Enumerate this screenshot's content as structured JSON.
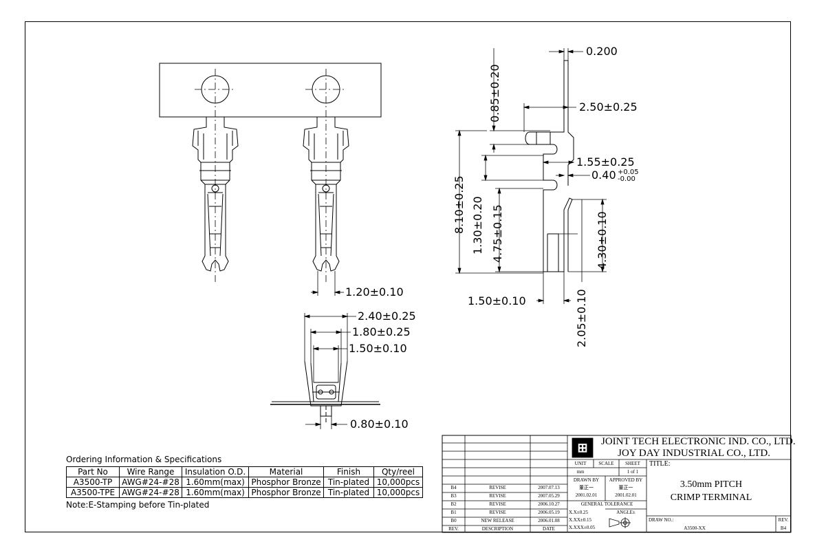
{
  "dimensions": {
    "d0200": "0.200",
    "d085": "0.85±0.20",
    "d250": "2.50±0.25",
    "d155": "1.55±0.25",
    "d040": "0.40",
    "d040_plus": "+0.05",
    "d040_minus": "-0.00",
    "d810": "8.10±0.25",
    "d130": "1.30±0.20",
    "d475": "4.75±0.15",
    "d430": "4.30±0.10",
    "d150r": "1.50±0.10",
    "d205": "2.05±0.10",
    "d120": "1.20±0.10",
    "d240": "2.40±0.25",
    "d180": "1.80±0.25",
    "d150f": "1.50±0.10",
    "d080": "0.80±0.10"
  },
  "ordering": {
    "title": "Ordering Information & Specifications",
    "headers": [
      "Part No",
      "Wire Range",
      "Insulation O.D.",
      "Material",
      "Finish",
      "Qty/reel"
    ],
    "rows": [
      [
        "A3500-TP",
        "AWG#24-#28",
        "1.60mm(max)",
        "Phosphor Bronze",
        "Tin-plated",
        "10,000pcs"
      ],
      [
        "A3500-TPE",
        "AWG#24-#28",
        "1.60mm(max)",
        "Phosphor Bronze",
        "Tin-plated",
        "10,000pcs"
      ]
    ],
    "note": "Note:E-Stamping before Tin-plated"
  },
  "title_block": {
    "company1": "JOINT TECH ELECTRONIC IND. CO., LTD.",
    "company2": "JOY DAY INDUSTRIAL CO., LTD.",
    "unit_label": "UNIT",
    "unit_value": "mm",
    "scale_label": "SCALE",
    "sheet_label": "SHEET",
    "sheet_value": "1 of 1",
    "drawn_by_label": "DRAWN BY",
    "drawn_by": "董正一",
    "drawn_date": "2001.02.01",
    "approved_by_label": "APPROVED BY",
    "approved_by": "董正一",
    "approved_date": "2001.02.01",
    "general_tol_label": "GENERAL TOLERANCE",
    "tol1": "X.X±0.25",
    "tol2": "X.XX±0.15",
    "tol3": "X.XXX±0.05",
    "angle_label": "ANGLE±",
    "title_label": "TITLE:",
    "title_line1": "3.50mm PITCH",
    "title_line2": "CRIMP TERMINAL",
    "draw_no_label": "DRAW NO.:",
    "draw_no": "A3500-XX",
    "rev_label": "REV.",
    "rev_value": "B4",
    "revisions": [
      {
        "rev": "B4",
        "desc": "REVISE",
        "date": "2007.07.13"
      },
      {
        "rev": "B3",
        "desc": "REVISE",
        "date": "2007.05.29"
      },
      {
        "rev": "B2",
        "desc": "REVISE",
        "date": "2006.10.27"
      },
      {
        "rev": "B1",
        "desc": "REVISE",
        "date": "2006.05.19"
      },
      {
        "rev": "B0",
        "desc": "NEW RELEASE",
        "date": "2006.01.08"
      }
    ],
    "rev_header": "REV.",
    "desc_header": "DESCRIPTION",
    "date_header": "DATE"
  }
}
